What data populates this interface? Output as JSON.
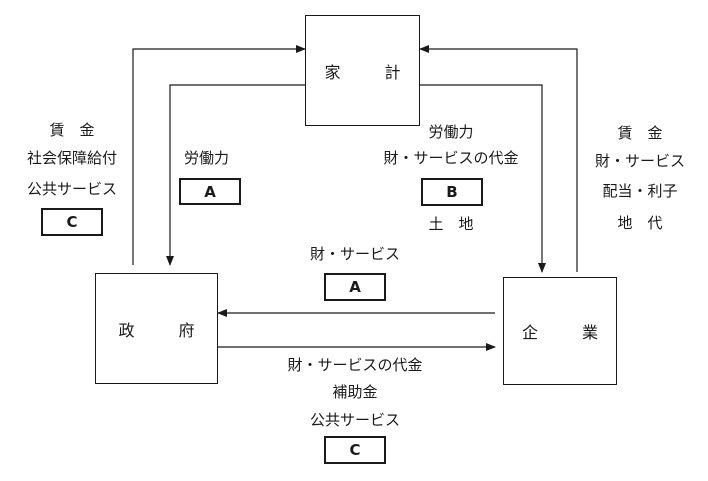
{
  "nodes": {
    "household": "家　計",
    "government": "政　府",
    "firm": "企　業"
  },
  "flows": {
    "gov_to_household": [
      "賃　金",
      "社会保障給付",
      "公共サービス"
    ],
    "gov_to_household_blank": "C",
    "household_to_gov": "労働力",
    "household_to_gov_blank": "A",
    "household_to_firm": [
      "労働力",
      "財・サービスの代金"
    ],
    "household_to_firm_blank": "B",
    "household_to_firm_extra": "土　地",
    "firm_to_household": [
      "賃　金",
      "財・サービス",
      "配当・利子",
      "地　代"
    ],
    "firm_to_gov": "財・サービス",
    "firm_to_gov_blank": "A",
    "gov_to_firm": [
      "財・サービスの代金",
      "補助金",
      "公共サービス"
    ],
    "gov_to_firm_blank": "C"
  }
}
